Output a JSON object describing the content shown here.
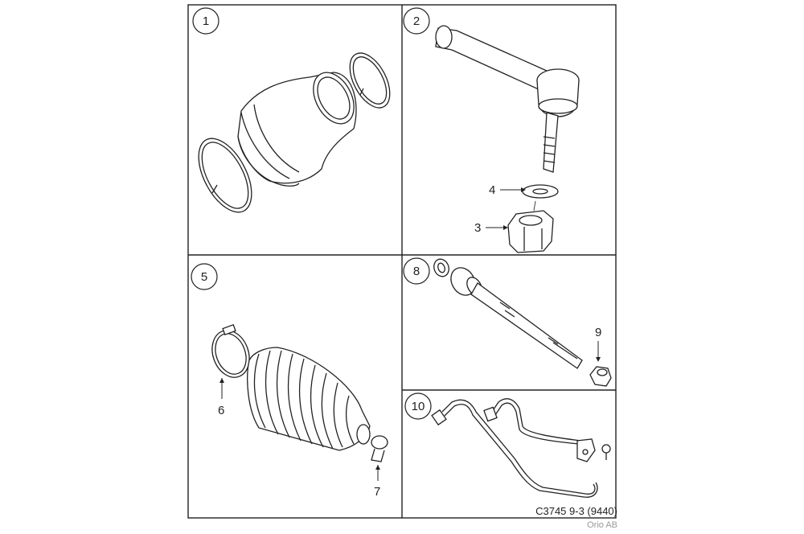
{
  "panels": [
    {
      "number": "1"
    },
    {
      "number": "2"
    },
    {
      "number": "5"
    },
    {
      "number": "8"
    },
    {
      "number": "10"
    }
  ],
  "callouts": [
    "3",
    "4",
    "6",
    "7",
    "9"
  ],
  "footer": {
    "reference": "C3745 9-3 (9440)",
    "brand": "Orio AB"
  }
}
